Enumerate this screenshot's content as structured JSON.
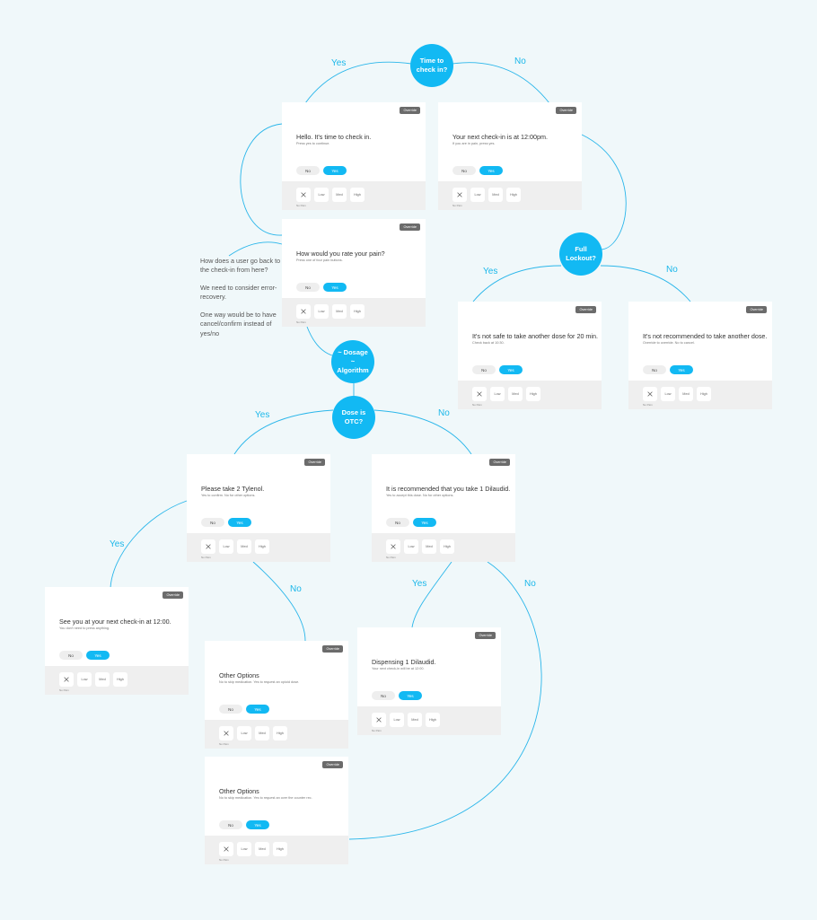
{
  "nodes": {
    "time_checkin": {
      "label": "Time to check in?"
    },
    "full_lockout": {
      "label": "Full Lockout?"
    },
    "dosage_algorithm": {
      "label": "~ Dosage ~ Algorithm"
    },
    "dose_otc": {
      "label": "Dose is OTC?"
    }
  },
  "edge_labels": {
    "checkin_yes": "Yes",
    "checkin_no": "No",
    "lockout_yes": "Yes",
    "lockout_no": "No",
    "otc_yes": "Yes",
    "otc_no": "No",
    "tylenol_yes": "Yes",
    "tylenol_no": "No",
    "dilaudid_yes": "Yes",
    "dilaudid_no": "No"
  },
  "common": {
    "override": "Override",
    "no": "No",
    "yes": "Yes",
    "low": "Low",
    "med": "Med",
    "high": "High",
    "no_pain": "No Pain"
  },
  "screens": {
    "hello": {
      "title": "Hello. It's time to check in.",
      "sub": "Press yes to continue."
    },
    "next_checkin": {
      "title": "Your next check-in is at 12:00pm.",
      "sub": "If you are in pain, press yes."
    },
    "rate_pain": {
      "title": "How would you rate your pain?",
      "sub": "Press one of four pain buttons."
    },
    "not_safe": {
      "title": "It's not safe to take another dose for 20 min.",
      "sub": "Check back at 10:30."
    },
    "not_recommended": {
      "title": "It's not recommended to take another dose.",
      "sub": "Override to override. No to cancel."
    },
    "tylenol": {
      "title": "Please take 2 Tylenol.",
      "sub": "Yes to confirm. No for other options."
    },
    "dilaudid": {
      "title": "It is recommended that you take 1 Dilaudid.",
      "sub": "Yes to accept this dose. No for other options."
    },
    "see_you": {
      "title": "See you at your next check-in at 12:00.",
      "sub": "You don't need to press anything."
    },
    "other_opioid": {
      "title": "Other Options",
      "sub": "No to skip medication. Yes to request an opioid dose."
    },
    "dispensing": {
      "title": "Dispensing 1 Dilaudid.",
      "sub": "Your next check-in will be at 12:00."
    },
    "other_otc": {
      "title": "Other Options",
      "sub": "No to skip medication. Yes to request an over the counter rec."
    }
  },
  "note": {
    "p1": "How does a user go back to the check-in from here?",
    "p2": "We need to consider error-recovery.",
    "p3": "One way would be to have cancel/confirm instead of yes/no"
  },
  "colors": {
    "accent": "#12b9f3",
    "line": "#2ab6ea",
    "background": "#f0f8fa"
  }
}
